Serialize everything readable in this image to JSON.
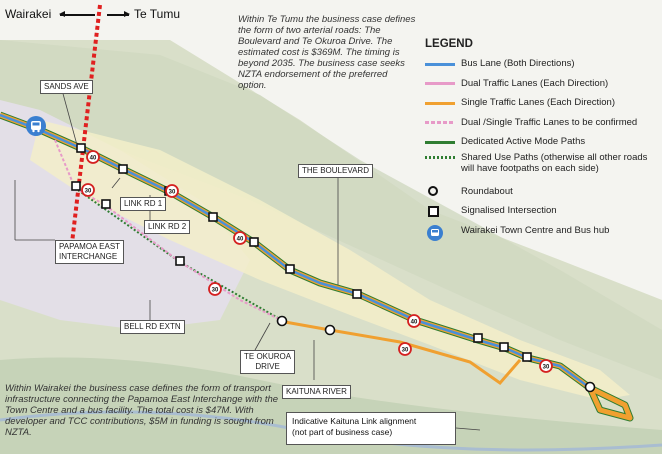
{
  "header": {
    "left_label": "Wairakei",
    "right_label": "Te Tumu",
    "left_arrow_icon": "arrow-left-icon",
    "right_arrow_icon": "arrow-right-icon"
  },
  "notes": {
    "te_tumu": "Within Te Tumu the business case defines the form of two arterial roads: The Boulevard and Te Okuroa Drive. The estimated cost is $369M. The timing is beyond 2035. The business case seeks NZTA endorsement of the preferred option.",
    "wairakei": "Within Wairakei the business case defines the form of transport infrastructure connecting the Papamoa East Interchange with the Town Centre and a bus facility. The total cost is $47M. With developer and TCC contributions, $5M in funding is sought from NZTA."
  },
  "legend": {
    "title": "LEGEND",
    "items": [
      {
        "label": "Bus Lane (Both Directions)",
        "symbol": "line",
        "color": "#4a90d9"
      },
      {
        "label": "Dual Traffic Lanes (Each Direction)",
        "symbol": "line",
        "color": "#e79ac8"
      },
      {
        "label": "Single Traffic Lanes (Each Direction)",
        "symbol": "line",
        "color": "#f0a030"
      },
      {
        "label": "Dual /Single Traffic Lanes to be confirmed",
        "symbol": "dashed",
        "color": "#e79ac8"
      },
      {
        "label": "Dedicated Active Mode Paths",
        "symbol": "line",
        "color": "#2f7d32"
      },
      {
        "label": "Shared Use Paths (otherwise all other roads will have footpaths on each side)",
        "symbol": "dotted",
        "color": "#2f7d32"
      },
      {
        "label": "Roundabout",
        "symbol": "circle-icon"
      },
      {
        "label": "Signalised Intersection",
        "symbol": "square-icon"
      },
      {
        "label": "Wairakei Town Centre and Bus hub",
        "symbol": "bus-icon",
        "color": "#3a7fd0"
      }
    ]
  },
  "map_labels": {
    "sands_ave": "SANDS AVE",
    "link_rd_1": "LINK RD 1",
    "link_rd_2": "LINK RD 2",
    "papamoa_1": "PAPAMOA EAST",
    "papamoa_2": "INTERCHANGE",
    "the_boulevard": "THE BOULEVARD",
    "bell_rd": "BELL RD EXTN",
    "te_okuroa_1": "TE OKUROA",
    "te_okuroa_2": "DRIVE",
    "kaituna_river": "KAITUNA RIVER"
  },
  "speed_limits": [
    "40",
    "30",
    "30",
    "40",
    "30",
    "40",
    "30",
    "30"
  ],
  "kaituna_link": {
    "line1": "Indicative Kaituna Link alignment",
    "line2": "(not part of business case)"
  },
  "colors": {
    "bus_lane": "#4a90d9",
    "single_lane": "#f0a030",
    "active_path": "#2f7d32",
    "boundary": "#e02020",
    "speed_sign": "#d42020"
  }
}
